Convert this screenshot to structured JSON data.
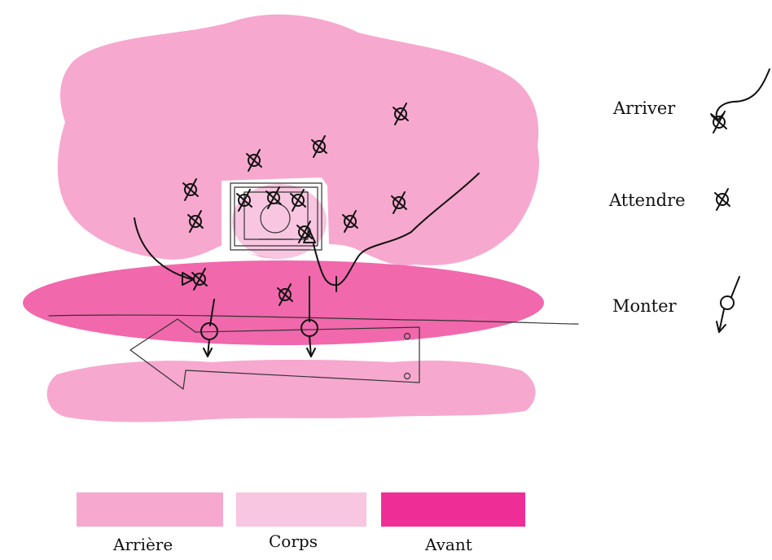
{
  "legend_symbols": {
    "arriver": "Arriver",
    "attendre": "Attendre",
    "monter": "Monter"
  },
  "swatches": [
    {
      "label": "Arrière",
      "color": "#f7a8cf"
    },
    {
      "label": "Corps",
      "color": "#f8c6e0"
    },
    {
      "label": "Avant",
      "color": "#ee2e96"
    }
  ],
  "colors": {
    "zone_back": "#f7a8cf",
    "zone_body": "#f8c6e0",
    "zone_front": "#f060a8",
    "ink": "#111111"
  },
  "icons": [
    "player-waiting-icon",
    "player-arriving-icon",
    "player-moving-up-icon",
    "movement-arrow-icon"
  ]
}
